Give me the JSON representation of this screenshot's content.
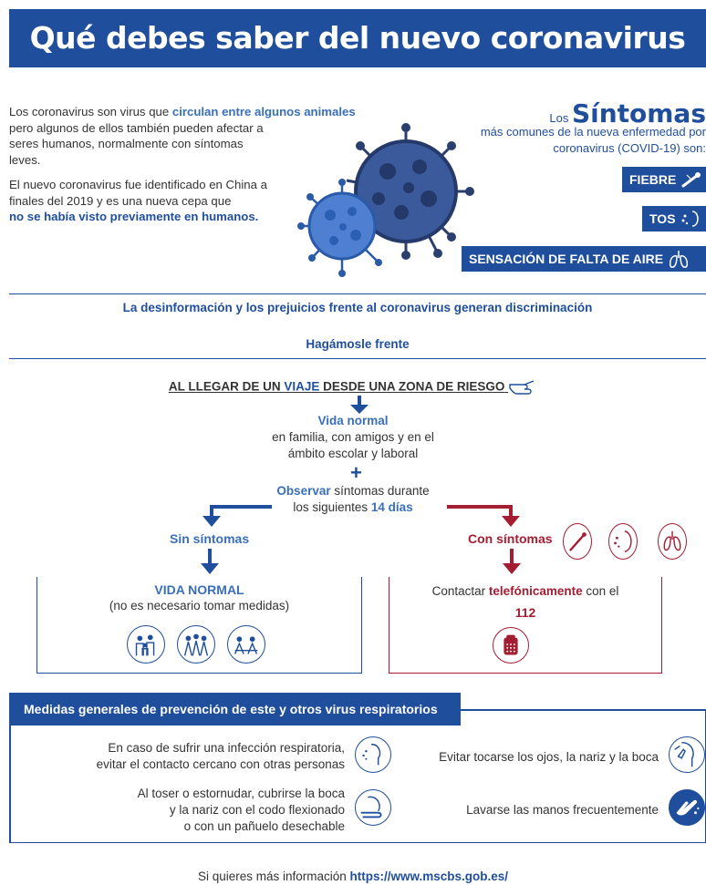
{
  "header": {
    "title": "Qué debes saber del nuevo coronavirus"
  },
  "intro": {
    "p1_a": "Los coronavirus son virus que ",
    "p1_hl": "circulan entre algunos animales",
    "p1_b": "pero algunos de ellos también pueden afectar a seres humanos, normalmente con síntomas leves.",
    "p2_a": "El nuevo coronavirus fue identificado en China a finales del 2019 y es una nueva cepa que",
    "p2_hl": "no se había visto previamente en humanos."
  },
  "symptoms": {
    "los": "Los ",
    "title": "Síntomas",
    "subtitle": "más comunes de la nueva enfermedad por coronavirus (COVID-19) son:",
    "items": [
      {
        "label": "FIEBRE",
        "icon": "thermometer-icon"
      },
      {
        "label": "TOS",
        "icon": "cough-icon"
      },
      {
        "label": "SENSACIÓN DE FALTA DE AIRE",
        "icon": "lungs-icon"
      }
    ]
  },
  "messages": {
    "disinfo": "La desinformación y los prejuicios frente al coronavirus generan discriminación",
    "face_it": "Hagámosle frente"
  },
  "flow": {
    "trip_a": "AL LLEGAR DE UN ",
    "trip_hl": "VIAJE",
    "trip_b": " DESDE UNA ZONA DE RIESGO",
    "normal_life": "Vida normal",
    "normal_sub_1": "en familia, con amigos y en el",
    "normal_sub_2": "ámbito escolar y laboral",
    "plus": "+",
    "observe_hl": "Observar",
    "observe_a": " síntomas durante",
    "observe_b": "los siguientes ",
    "observe_days": "14 días",
    "no_symptoms": "Sin síntomas",
    "with_symptoms": "Con síntomas",
    "no_symptoms_title": "VIDA NORMAL",
    "no_symptoms_sub": "(no es necesario tomar medidas)",
    "contact_a": "Contactar ",
    "contact_hl": "telefónicamente",
    "contact_b": " con el",
    "phone_number": "112"
  },
  "prevention": {
    "title": "Medidas generales de prevención de este y otros virus respiratorios",
    "tips": [
      {
        "text_1": "En caso de sufrir una infección respiratoria,",
        "text_2": "evitar el contacto cercano con otras personas",
        "icon": "distance-icon"
      },
      {
        "text_1": "Al toser o estornudar, cubrirse la boca",
        "text_2": "y la nariz con el codo flexionado",
        "text_3": "o con un pañuelo desechable",
        "icon": "elbow-cough-icon"
      },
      {
        "text_1": "Evitar tocarse los ojos, la nariz y la boca",
        "icon": "face-touch-icon"
      },
      {
        "text_1": "Lavarse las manos frecuentemente",
        "icon": "handwash-icon"
      }
    ]
  },
  "footer": {
    "text": "Si quieres más información ",
    "url": "https://www.mscbs.gob.es/"
  },
  "colors": {
    "primary": "#1f4e9c",
    "accent": "#3a6fb8",
    "alert": "#a31d33"
  }
}
